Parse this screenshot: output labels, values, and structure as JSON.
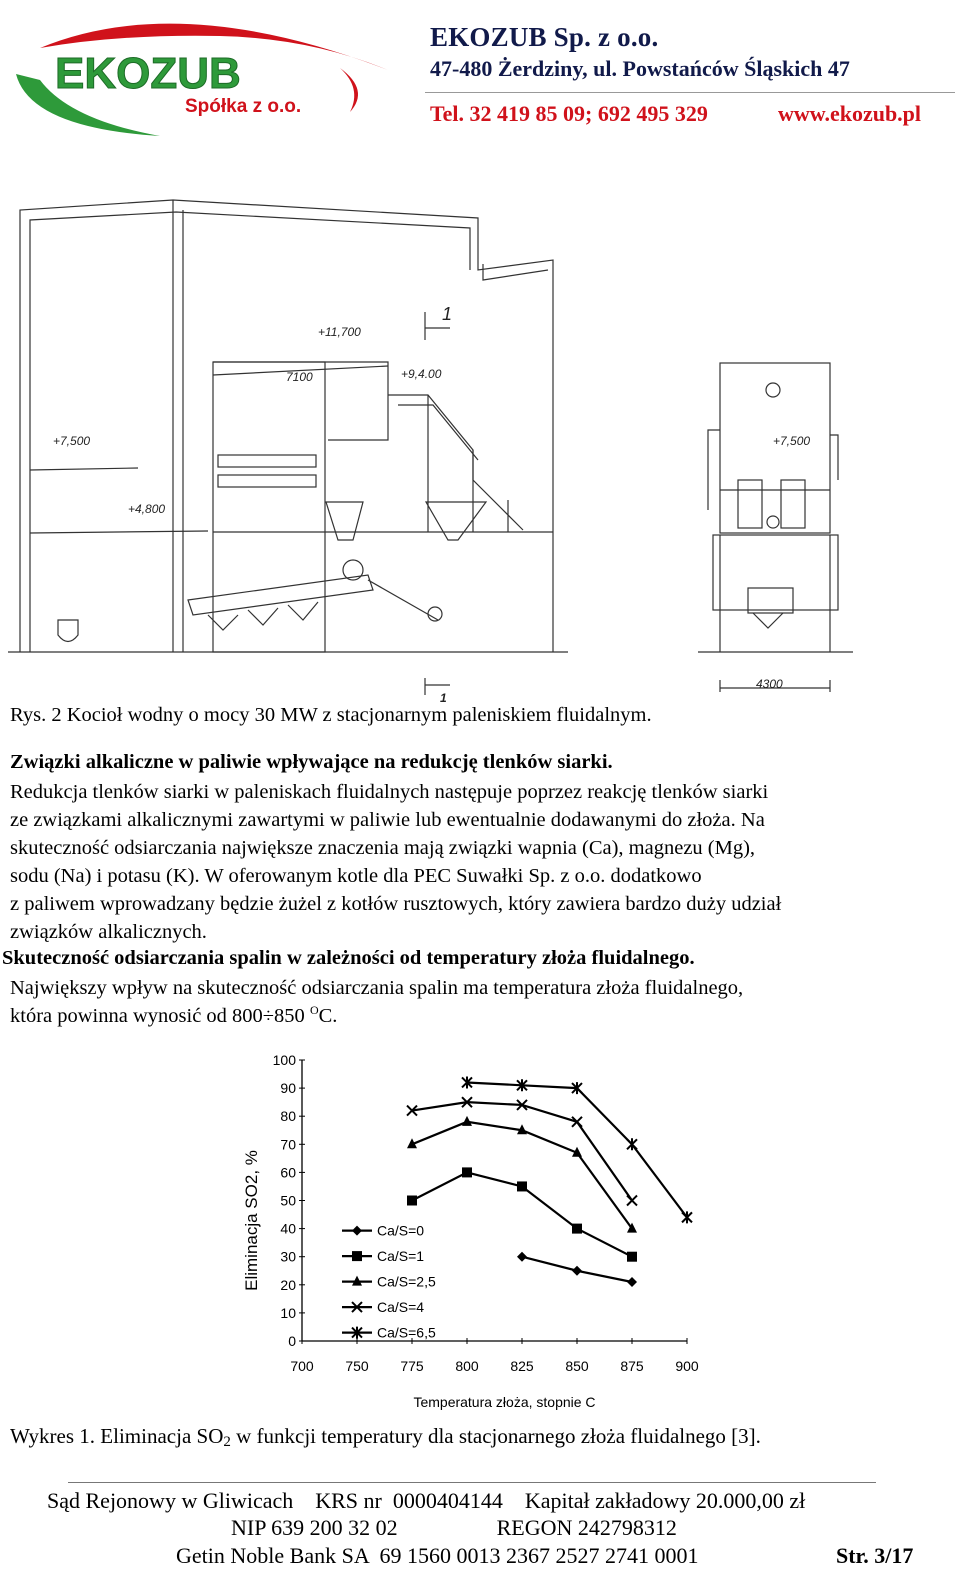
{
  "header": {
    "logo_text": "EKOZUB",
    "logo_subtitle": "Spółka z o.o.",
    "company": "EKOZUB Sp. z o.o.",
    "address": "47-480 Żerdziny, ul. Powstańców Śląskich 47",
    "phone": "Tel. 32 419 85 09;  692 495 329",
    "website": "www.ekozub.pl",
    "colors": {
      "logo_green": "#2e9a3a",
      "logo_red": "#d0121b",
      "text_navy": "#111a4a"
    }
  },
  "drawing": {
    "labels": {
      "elev_11700": "+11,700",
      "elev_9400": "+9,4.00",
      "dim_7100": "7100",
      "elev_7500_left": "+7,500",
      "elev_4800": "+4,800",
      "elev_7500_right": "+7,500",
      "dim_4300": "4300",
      "section_top": "1",
      "section_bottom": "1"
    }
  },
  "figure_caption": "Rys. 2 Kocioł wodny o mocy 30 MW z stacjonarnym paleniskiem fluidalnym.",
  "section1": {
    "heading": "Związki alkaliczne w paliwie wpływające na redukcję tlenków siarki.",
    "lines": [
      "Redukcja tlenków siarki w paleniskach fluidalnych następuje poprzez reakcję tlenków siarki",
      "ze związkami alkalicznymi zawartymi w paliwie lub ewentualnie dodawanymi do złoża. Na",
      "skuteczność odsiarczania największe znaczenia mają związki wapnia (Ca), magnezu (Mg),",
      "sodu (Na) i potasu (K). W oferowanym kotle dla PEC Suwałki Sp. z o.o. dodatkowo",
      "z paliwem wprowadzany będzie żużel z kotłów rusztowych, który zawiera bardzo duży udział",
      "związków alkalicznych."
    ]
  },
  "section2": {
    "heading": "Skuteczność odsiarczania spalin w zależności od temperatury złoża fluidalnego.",
    "line1": "Największy wpływ na skuteczność odsiarczania spalin ma temperatura złoża fluidalnego,",
    "line2_pre": "która powinna wynosić od 800÷850 ",
    "line2_sup": "O",
    "line2_post": "C."
  },
  "chart_data": {
    "type": "line",
    "title": "",
    "xlabel": "Temperatura złoża, stopnie C",
    "ylabel": "Eliminacja SO2, %",
    "xlim": [
      700,
      900
    ],
    "ylim": [
      0,
      100
    ],
    "x_ticks": [
      700,
      750,
      775,
      800,
      825,
      850,
      875,
      900
    ],
    "y_ticks": [
      0,
      10,
      20,
      30,
      40,
      50,
      60,
      70,
      80,
      90,
      100
    ],
    "grid": false,
    "legend_position": "left",
    "series": [
      {
        "name": "Ca/S=0",
        "marker": "diamond",
        "points": [
          [
            825,
            30
          ],
          [
            850,
            25
          ],
          [
            875,
            21
          ]
        ]
      },
      {
        "name": "Ca/S=1",
        "marker": "square",
        "points": [
          [
            775,
            50
          ],
          [
            800,
            60
          ],
          [
            825,
            55
          ],
          [
            850,
            40
          ],
          [
            875,
            30
          ]
        ]
      },
      {
        "name": "Ca/S=2,5",
        "marker": "triangle",
        "points": [
          [
            775,
            70
          ],
          [
            800,
            78
          ],
          [
            825,
            75
          ],
          [
            850,
            67
          ],
          [
            875,
            40
          ]
        ]
      },
      {
        "name": "Ca/S=4",
        "marker": "x",
        "points": [
          [
            775,
            82
          ],
          [
            800,
            85
          ],
          [
            825,
            84
          ],
          [
            850,
            78
          ],
          [
            875,
            50
          ]
        ]
      },
      {
        "name": "Ca/S=6,5",
        "marker": "star",
        "points": [
          [
            800,
            92
          ],
          [
            825,
            91
          ],
          [
            850,
            90
          ],
          [
            875,
            70
          ],
          [
            900,
            44
          ]
        ]
      }
    ]
  },
  "chart_caption": {
    "pre": "Wykres 1. Eliminacja SO",
    "sub": "2",
    "post": " w funkcji temperatury dla stacjonarnego złoża fluidalnego [3]."
  },
  "footer": {
    "line1": "Sąd Rejonowy w Gliwicach    KRS nr  0000404144    Kapitał zakładowy 20.000,00 zł",
    "line2": "NIP 639 200 32 02                  REGON 242798312",
    "line3": "Getin Noble Bank SA  69 1560 0013 2367 2527 2741 0001",
    "page": "Str. 3/17"
  }
}
